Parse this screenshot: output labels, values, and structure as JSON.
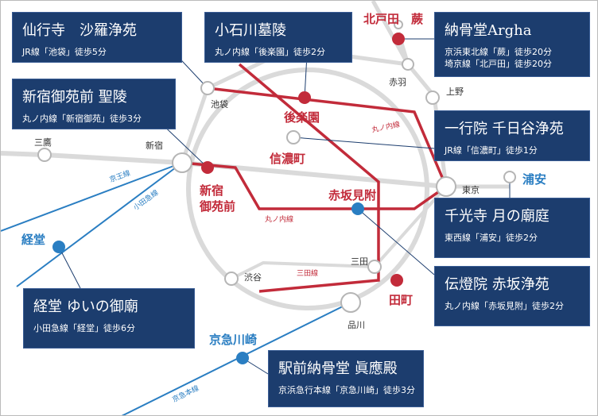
{
  "colors": {
    "navy": "#1c3d6e",
    "marunouchi_red": "#c22b3a",
    "other_line_blue": "#2a7ec2",
    "jr_gray": "#d9d9d9",
    "station_gray": "#b5b5b5"
  },
  "stations_gray": {
    "ikebukuro": "池袋",
    "shinjuku": "新宿",
    "mitaka": "三鷹",
    "akabane": "赤羽",
    "ueno": "上野",
    "tokyo": "東京",
    "shibuya": "渋谷",
    "mita": "三田",
    "shinagawa": "品川"
  },
  "stations_red": {
    "kitatoda": "北戸田",
    "warabi": "蕨",
    "korakuen": "後楽園",
    "shinanomachi": "信濃町",
    "shinjukugyoen": "新宿御苑前",
    "shinjukugyoen_l1": "新宿",
    "shinjukugyoen_l2": "御苑前",
    "akasakamitsuke": "赤坂見附",
    "tamachi": "田町"
  },
  "stations_blue": {
    "urayasu": "浦安",
    "kyodo": "経堂",
    "keikyukawasaki": "京急川崎"
  },
  "line_labels": {
    "marunouchi_top": "丸ノ内線",
    "marunouchi_bottom": "丸ノ内線",
    "mita": "三田線",
    "keio": "京王線",
    "odakyu": "小田急線",
    "keikyu": "京急本線"
  },
  "facilities": [
    {
      "name": "仙行寺　沙羅浄苑",
      "access": [
        "JR線「池袋」徒歩5分"
      ]
    },
    {
      "name": "小石川墓陵",
      "access": [
        "丸ノ内線「後楽園」徒歩2分"
      ]
    },
    {
      "name": "納骨堂Argha",
      "access": [
        "京浜東北線「蕨」徒歩20分",
        "埼京線「北戸田」徒歩20分"
      ]
    },
    {
      "name": "新宿御苑前 聖陵",
      "access": [
        "丸ノ内線「新宿御苑」徒歩3分"
      ]
    },
    {
      "name": "一行院 千日谷浄苑",
      "access": [
        "JR線「信濃町」徒歩1分"
      ]
    },
    {
      "name": "千光寺 月の廟庭",
      "access": [
        "東西線「浦安」徒歩2分"
      ]
    },
    {
      "name": "伝燈院 赤坂浄苑",
      "access": [
        "丸ノ内線「赤坂見附」徒歩2分"
      ]
    },
    {
      "name": "経堂 ゆいの御廟",
      "access": [
        "小田急線「経堂」徒歩6分"
      ]
    },
    {
      "name": "駅前納骨堂 眞應殿",
      "access": [
        "京浜急行本線「京急川崎」徒歩3分"
      ]
    }
  ]
}
